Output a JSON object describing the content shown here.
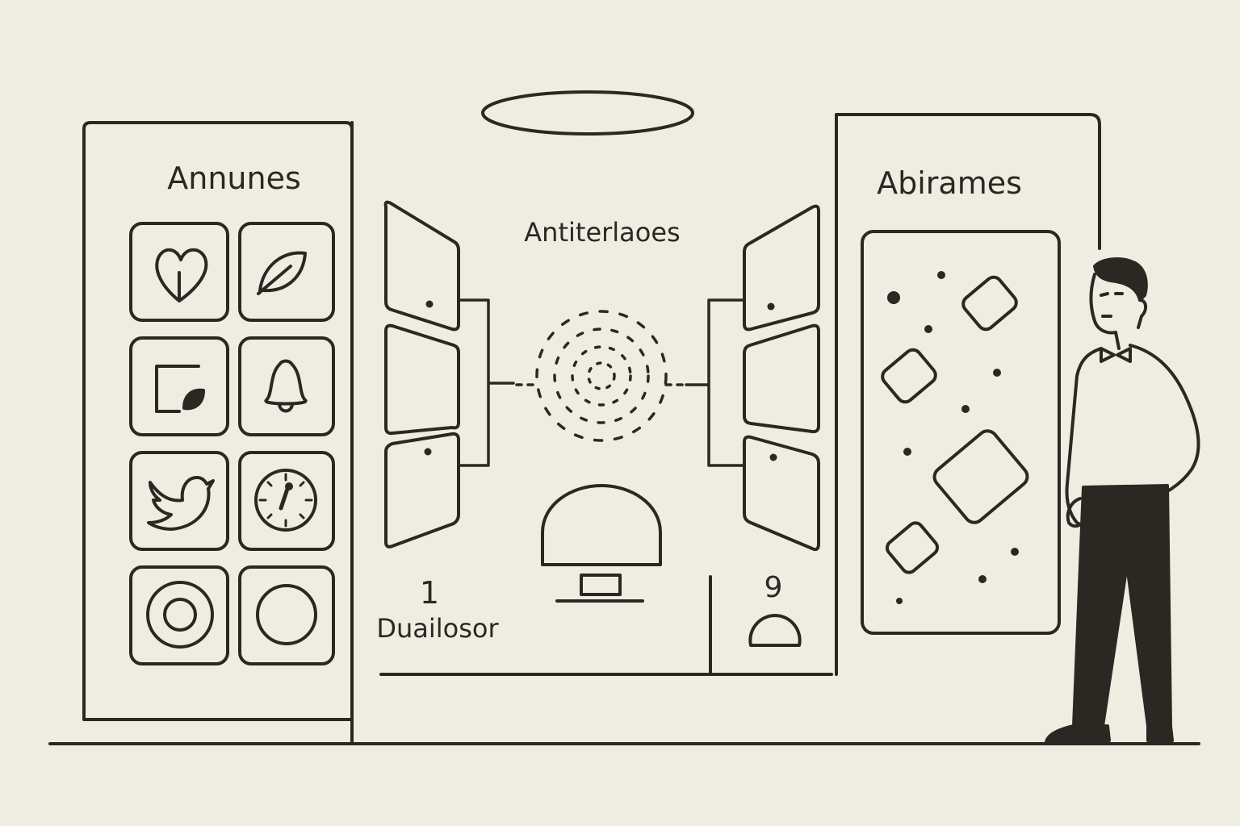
{
  "colors": {
    "background": "#efece1",
    "ink": "#2a2823"
  },
  "left_panel": {
    "title": "Annunes",
    "app_icons": [
      "heart-icon",
      "leaf-icon",
      "note-icon",
      "bell-icon",
      "bird-icon",
      "clock-icon",
      "ring-icon",
      "circle-icon"
    ]
  },
  "center": {
    "title": "Antiterlaoes",
    "left_counter": {
      "number": "1",
      "label": "Duailosor"
    },
    "right_counter": {
      "number": "9"
    }
  },
  "right_panel": {
    "title": "Abirames"
  }
}
